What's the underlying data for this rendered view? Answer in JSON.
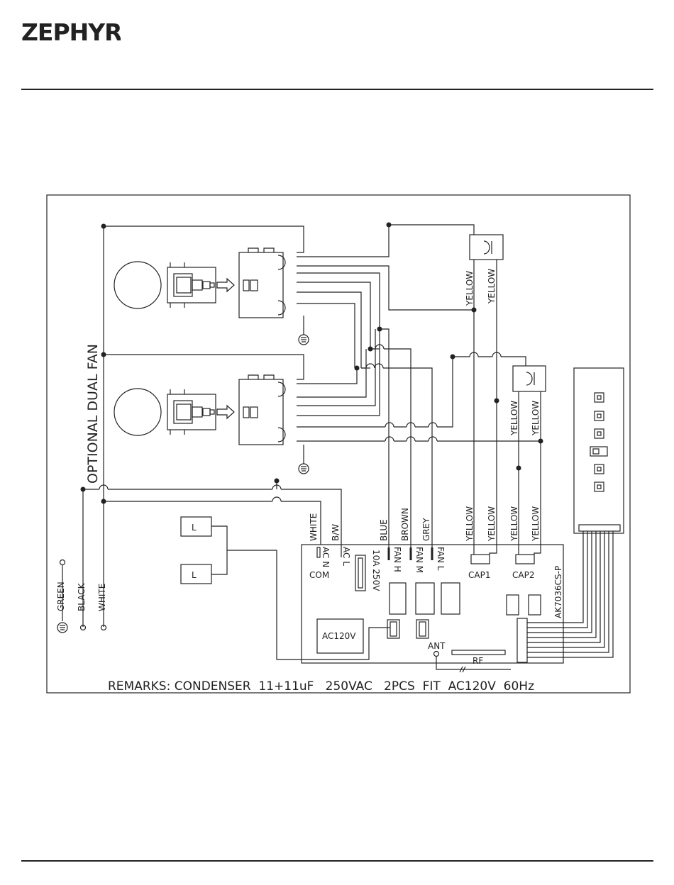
{
  "brand": {
    "logo_text": "ZEPHYR"
  },
  "diagram": {
    "side_title": "OPTIONAL DUAL FAN",
    "remarks": "REMARKS: CONDENSER  11+11uF   250VAC   2PCS  FIT  AC120V  60Hz",
    "board_model": "AK7036CS-P",
    "supply_wires": [
      "GREEN",
      "BLACK",
      "WHITE"
    ],
    "board_wires": [
      "WHITE",
      "B/W",
      "BLUE",
      "BROWN",
      "GREY"
    ],
    "cap_wires": [
      "YELLOW",
      "YELLOW",
      "YELLOW",
      "YELLOW"
    ],
    "board_labels": {
      "ac_n": "AC N",
      "com": "COM",
      "ac_l": "AC L",
      "fuse": "10A 250V",
      "fan_h": "FAN H",
      "fan_m": "FAN M",
      "fan_l": "FAN L",
      "cap1": "CAP1",
      "cap2": "CAP2",
      "ac120v": "AC120V",
      "ant": "ANT",
      "rf": "RF"
    },
    "lamp_label": "L"
  }
}
